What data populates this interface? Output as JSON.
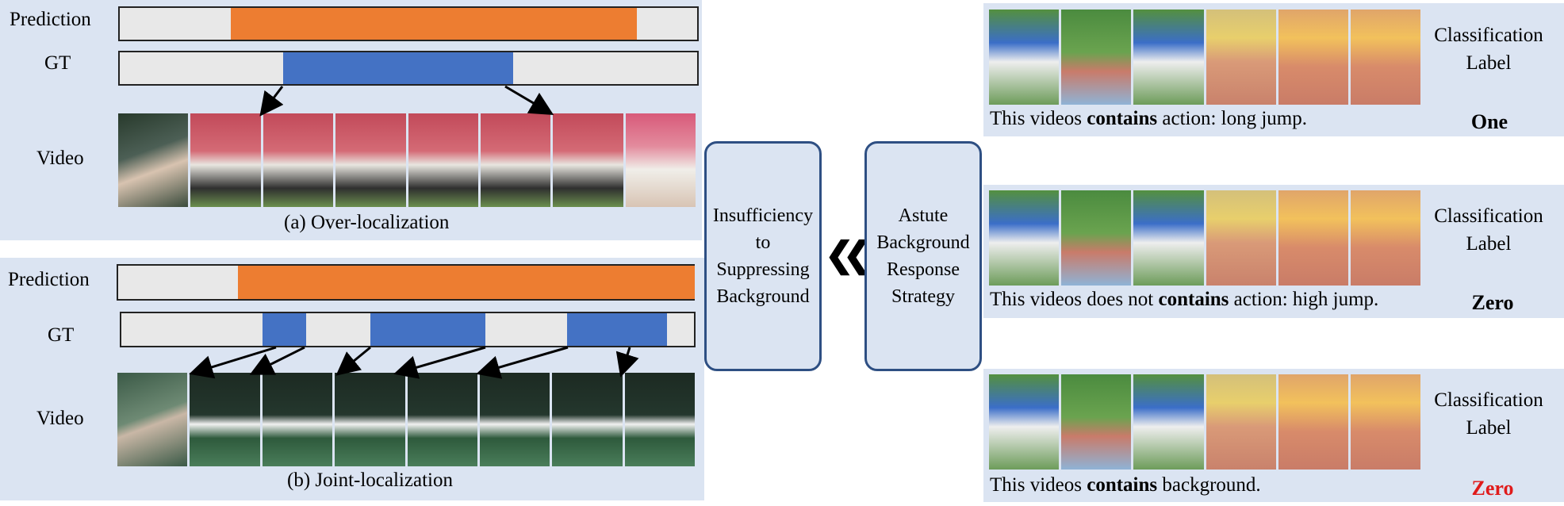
{
  "left_top": {
    "prediction_label": "Prediction",
    "gt_label": "GT",
    "video_label": "Video",
    "caption": "(a) Over-localization"
  },
  "left_bottom": {
    "prediction_label": "Prediction",
    "gt_label": "GT",
    "video_label": "Video",
    "caption": "(b) Joint-localization"
  },
  "middle": {
    "insufficiency_lines": [
      "Insufficiency",
      "to",
      "Suppressing",
      "Background"
    ],
    "strategy_lines": [
      "Astute",
      "Background",
      "Response",
      "Strategy"
    ],
    "chevron": "❮❮❮"
  },
  "right": {
    "rows": [
      {
        "classification": [
          "Classification",
          "Label"
        ],
        "sentence_pre": "This videos ",
        "sentence_bold": "contains",
        "sentence_post": " action: long jump.",
        "value": "One",
        "value_color": "#000000"
      },
      {
        "classification": [
          "Classification",
          "Label"
        ],
        "sentence_pre": "This videos does not ",
        "sentence_bold": "contains",
        "sentence_post": " action: high jump.",
        "value": "Zero",
        "value_color": "#000000"
      },
      {
        "classification": [
          "Classification",
          "Label"
        ],
        "sentence_pre": "This videos ",
        "sentence_bold": "contains",
        "sentence_post": " background.",
        "value": "Zero",
        "value_color": "#e01b1b"
      }
    ]
  },
  "colors": {
    "panel": "#dbe4f2",
    "prediction": "#ed7d31",
    "ground_truth": "#4472c4",
    "box_border": "#2e4f83"
  }
}
